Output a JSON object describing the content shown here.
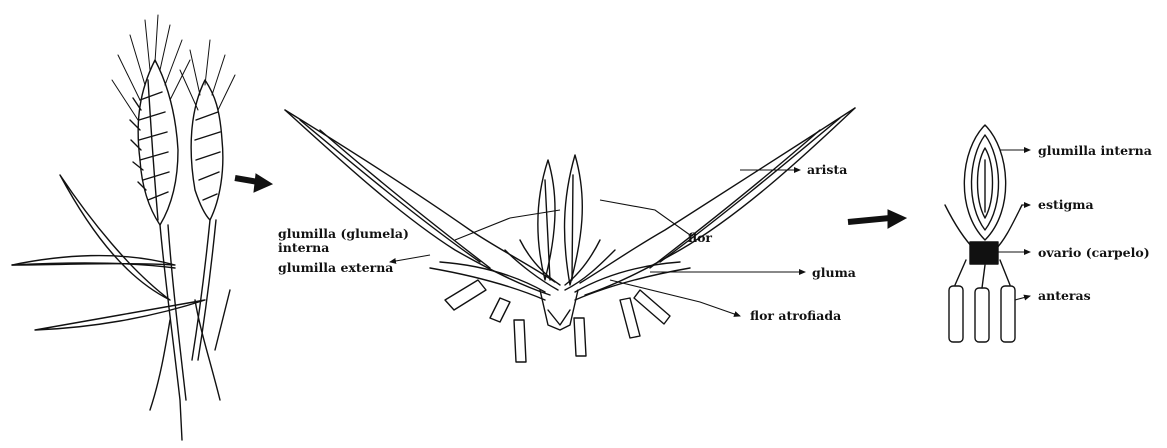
{
  "labels": {
    "middle": {
      "glumilla_interna_line1": "glumilla (glumela)",
      "glumilla_interna_line2": "interna",
      "glumilla_externa": "glumilla externa",
      "arista": "arista",
      "flor": "flor",
      "gluma": "gluma",
      "flor_atrofiada": "flor atrofiada"
    },
    "right": {
      "glumilla_interna": "glumilla interna",
      "estigma": "estigma",
      "ovario": "ovario (carpelo)",
      "anteras": "anteras"
    }
  },
  "colors": {
    "ink": "#111111",
    "paper": "#ffffff"
  }
}
